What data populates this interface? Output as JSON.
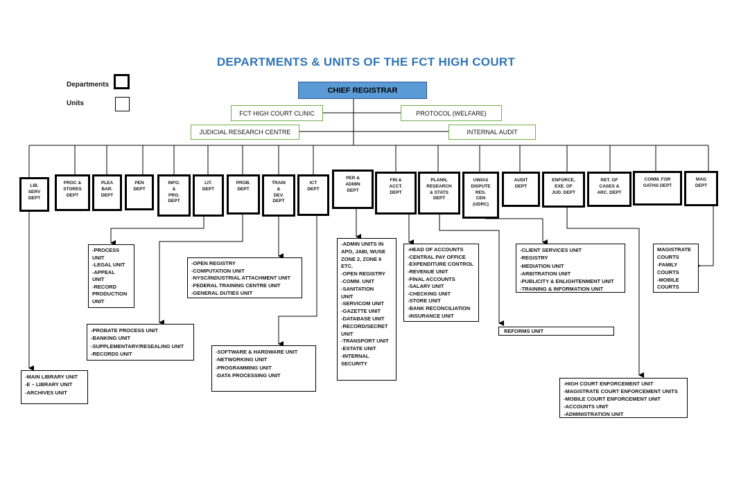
{
  "title": "DEPARTMENTS & UNITS OF THE FCT HIGH COURT",
  "legend": {
    "departments": "Departments",
    "units": "Units"
  },
  "chief": "CHIEF REGISTRAR",
  "green_units": {
    "clinic": "FCT HIGH COURT CLINIC",
    "protocol": "PROTOCOL (WELFARE)",
    "research": "JUDICIAL RESEARCH CENTRE",
    "audit": "INTERNAL AUDIT"
  },
  "departments": [
    {
      "id": "lib",
      "lines": [
        "LIB.",
        "SERV",
        "DEPT"
      ]
    },
    {
      "id": "proc",
      "lines": [
        "PROC &",
        "STORES",
        "DEPT"
      ]
    },
    {
      "id": "plea",
      "lines": [
        "PLEA",
        "BAR.",
        "DEPT"
      ]
    },
    {
      "id": "pen",
      "lines": [
        "PEN",
        "DEPT"
      ]
    },
    {
      "id": "info",
      "lines": [
        "INFO.",
        "&",
        "PRO.",
        "DEPT"
      ]
    },
    {
      "id": "lit",
      "lines": [
        "LIT.",
        "DEPT"
      ]
    },
    {
      "id": "prob",
      "lines": [
        "PROB.",
        "DEPT"
      ]
    },
    {
      "id": "train",
      "lines": [
        "TRAIN",
        "&",
        "DEV.",
        "DEPT"
      ]
    },
    {
      "id": "ict",
      "lines": [
        "ICT",
        "DEPT"
      ]
    },
    {
      "id": "per",
      "lines": [
        "PER &",
        "ADMIN",
        "DEPT"
      ]
    },
    {
      "id": "fin",
      "lines": [
        "FIN &",
        "ACCT.",
        "DEPT"
      ]
    },
    {
      "id": "plann",
      "lines": [
        "PLANN,",
        "RESEARCH",
        "& STATS",
        "DEPT"
      ]
    },
    {
      "id": "uwias",
      "lines": [
        "UWIAS",
        "DISPUTE",
        "RES.",
        "CEN",
        "(UDRC)"
      ]
    },
    {
      "id": "auditd",
      "lines": [
        "AUDIT",
        "DEPT"
      ]
    },
    {
      "id": "enforce",
      "lines": [
        "ENFORCE,",
        "EXE. OF",
        "JUD. DEPT"
      ]
    },
    {
      "id": "ret",
      "lines": [
        "RET. OF",
        "CASES &",
        "ARC. DEPT"
      ]
    },
    {
      "id": "comm",
      "lines": [
        "COMM. FOR",
        "OATHS DEPT"
      ]
    },
    {
      "id": "mag",
      "lines": [
        "MAG",
        "DEPT"
      ]
    }
  ],
  "unit_boxes": {
    "lit": [
      "-PROCESS",
      "UNIT",
      "-LEGAL UNIT",
      "-APPEAL",
      "UNIT",
      "-RECORD",
      "PRODUCTION",
      "UNIT"
    ],
    "prob": [
      "-PROBATE  PROCESS  UNIT",
      "-BANKING UNIT",
      "-SUPPLEMENTARY/RESEALING   UNIT",
      "-RECORDS UNIT"
    ],
    "train": [
      "-OPEN REGISTRY",
      "-COMPUTATION  UNIT",
      "-NYSC/INDUSTRIAL  ATTACHMENT  UNIT",
      "-FEDERAL TRAINING  CENTRE UNIT",
      "-GENERAL DUTIES UNIT"
    ],
    "ict": [
      "-SOFTWARE  &  HARDWARE  UNIT",
      "-NETWORKING  UNIT",
      "-PROGRAMMING  UNIT",
      "-DATA PROCESSING  UNIT"
    ],
    "lib": [
      "-MAIN LIBRARY  UNIT",
      "-E – LIBRARY  UNIT",
      "-ARCHIVES UNIT"
    ],
    "per": [
      "-ADMIN UNITS IN",
      "APO, JABI, WUSE",
      "ZONE 2, ZONE 6",
      "ETC.",
      "-OPEN REGISTRY",
      "-COMM.  UNIT",
      "-SANITATION",
      "UNIT",
      "-SERVICOM  UNIT",
      "-GAZETTE  UNIT",
      "-DATABASE  UNIT",
      "-RECORD/SECRET",
      "UNIT",
      "-TRANSPORT  UNIT",
      "-ESTATE  UNIT",
      "-INTERNAL",
      "SECURITY"
    ],
    "fin": [
      "-HEAD OF ACCOUNTS",
      "-CENTRAL PAY OFFICE",
      "-EXPENDITURE  CONTROL",
      "-REVENUE  UNIT",
      "-FINAL ACCOUNTS",
      "-SALARY  UNIT",
      "-CHECKING  UNIT",
      "-STORE  UNIT",
      "-BANK RECONCILIATION",
      "-INSURANCE  UNIT"
    ],
    "plann": [
      "REFORMS UNIT"
    ],
    "uwias": [
      "-CLIENT SERVICES  UNIT",
      "-REGISTRY",
      "-MEDIATION  UNIT",
      "-ARBITRATION   UNIT",
      "-PUBLICITY & ENLIGHTENMENT  UNIT",
      "-TRAINING  & INFORMATION   UNIT"
    ],
    "mag": [
      "MAGISTRATE",
      "COURTS",
      "-FAMILY",
      "COURTS",
      "-MOBILE",
      "COURTS"
    ],
    "enforce": [
      "-HIGH COURT ENFORCEMENT  UNIT",
      "-MAGISTRATE  COURT  ENFORCEMENT  UNITS",
      "-MOBILE COURT ENFORCEMENT   UNIT",
      "-ACCOUNTS UNIT",
      "-ADMINISTRATION   UNIT"
    ]
  }
}
